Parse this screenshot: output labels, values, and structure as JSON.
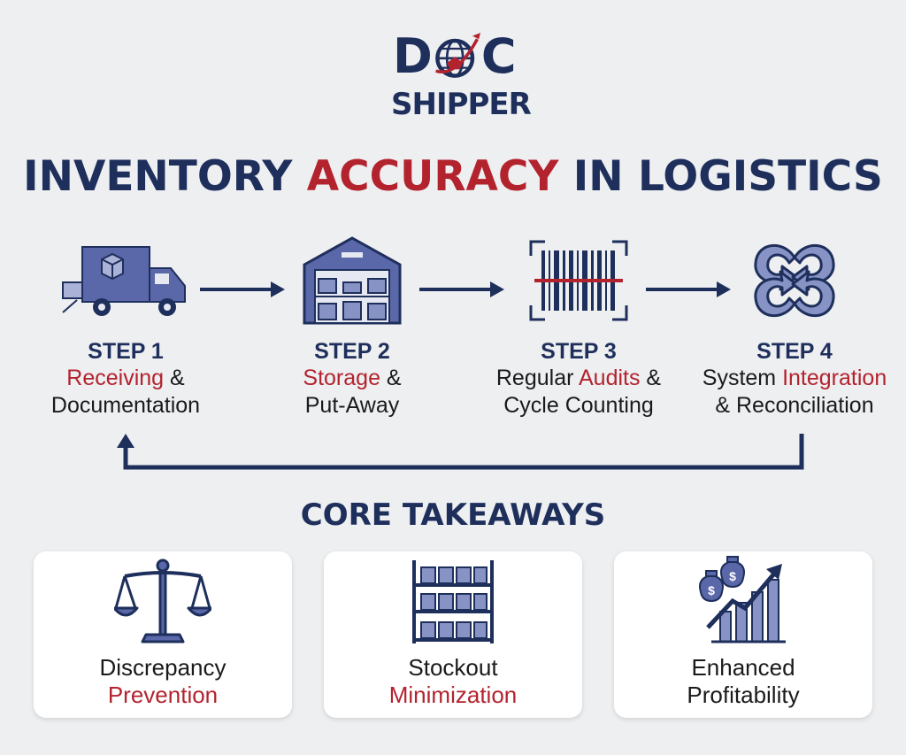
{
  "logo": {
    "d": "D",
    "c": "C",
    "shipper": "SHIPPER"
  },
  "title": {
    "part1": "INVENTORY ",
    "part2": "ACCURACY",
    "part3": " IN LOGISTICS"
  },
  "steps": [
    {
      "num": "STEP 1",
      "line1_red": "Receiving",
      "line1_rest": " &",
      "line2": "Documentation"
    },
    {
      "num": "STEP 2",
      "line1_red": "Storage",
      "line1_rest": " &",
      "line2": "Put-Away"
    },
    {
      "num": "STEP 3",
      "line1_pre": "Regular ",
      "line1_red": "Audits",
      "line1_rest": " &",
      "line2_red": "Cycle Counting"
    },
    {
      "num": "STEP 4",
      "line1_pre": "System ",
      "line1_red": "Integration",
      "line2": "& Reconciliation"
    }
  ],
  "core": {
    "title": "CORE TAKEAWAYS",
    "cards": [
      {
        "line1": "Discrepancy",
        "line2": "Prevention"
      },
      {
        "line1": "Stockout",
        "line2": "Minimization"
      },
      {
        "line1": "Enhanced",
        "line2": "Profitability"
      }
    ]
  },
  "colors": {
    "navy": "#1e2f5c",
    "red": "#b3232e",
    "icon_fill": "#8793c4",
    "background": "#eeeff1"
  },
  "icons": [
    "truck-icon",
    "warehouse-icon",
    "barcode-icon",
    "cycle-icon",
    "scale-icon",
    "shelf-icon",
    "growth-chart-icon"
  ]
}
